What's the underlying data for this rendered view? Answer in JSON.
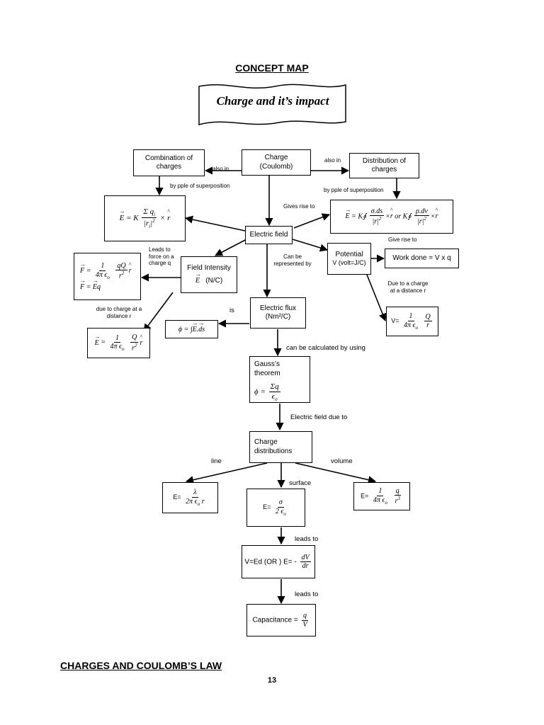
{
  "header": {
    "title": "CONCEPT MAP",
    "banner": "Charge and it’s impact"
  },
  "nodes": {
    "combination": "Combination of charges",
    "charge": "Charge",
    "charge_unit": "(Coulomb)",
    "distribution": "Distribution of charges",
    "electric_field": "Electric field",
    "potential": "Potential",
    "potential_unit": "V  (volt=J/C)",
    "work_done": "Work done = V x q",
    "field_intensity": "Field Intensity",
    "field_intensity_unit": "(N/C)",
    "electric_flux": "Electric flux",
    "electric_flux_unit": "(Nm²/C)",
    "gauss_theorem": "Gauss’s theorem",
    "charge_distributions": "Charge distributions",
    "surface_prefix": "E=",
    "line_prefix": "E=",
    "volume_prefix": "E=",
    "v_prefix": "V=",
    "vEd_text": "V=Ed (OR ) E= -",
    "capacitance_text": "Capacitance ="
  },
  "labels": {
    "also_in_left": "also in",
    "also_in_right": "also in",
    "superposition_left": "by pple of  superposition",
    "superposition_right": "by pple of  superposition",
    "gives_rise_to": "Gives rise to",
    "give_rise_to": "Give rise to",
    "leads_to_force": "Leads to force on a charge q",
    "can_be_represented": "Can be represented by",
    "due_to_charge_left": "due to charge at a distance r",
    "due_to_charge_right": "Due to a charge at a distance r",
    "is": "is",
    "can_be_calculated": "can be calculated by using",
    "electric_field_due_to": "Electric field due to",
    "line": "line",
    "volume": "volume",
    "surface": "surface",
    "leads_to_1": "leads to",
    "leads_to_2": "leads to"
  },
  "footer": {
    "section_title": "CHARGES AND COULOMB’S LAW",
    "page_number": "13"
  }
}
